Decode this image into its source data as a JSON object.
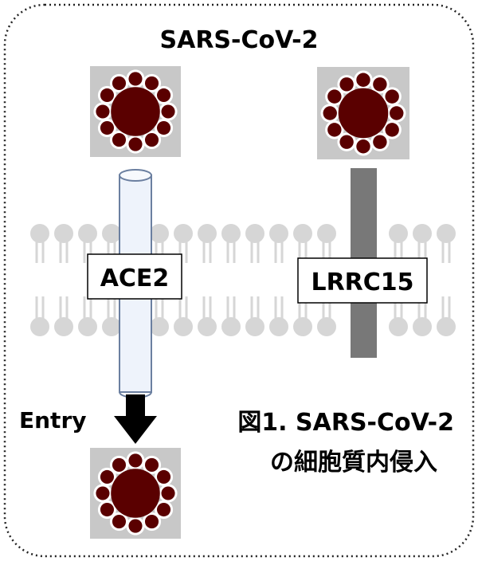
{
  "title": "SARS-CoV-2",
  "receptors": {
    "ace2": "ACE2",
    "lrrc15": "LRRC15"
  },
  "entry_label": "Entry",
  "caption": {
    "line1": "図1. SARS-CoV-2",
    "line2": "の細胞質内侵入"
  },
  "colors": {
    "virus_core": "#5a0000",
    "virus_tile": "#c8c8c8",
    "membrane": "#d6d6d6",
    "ace2_fill": "#eef3fb",
    "ace2_stroke": "#6b7fa0",
    "lrrc15_fill": "#787878",
    "arrow": "#000000"
  },
  "icons": [
    "virus-icon",
    "entry-arrow-icon"
  ]
}
